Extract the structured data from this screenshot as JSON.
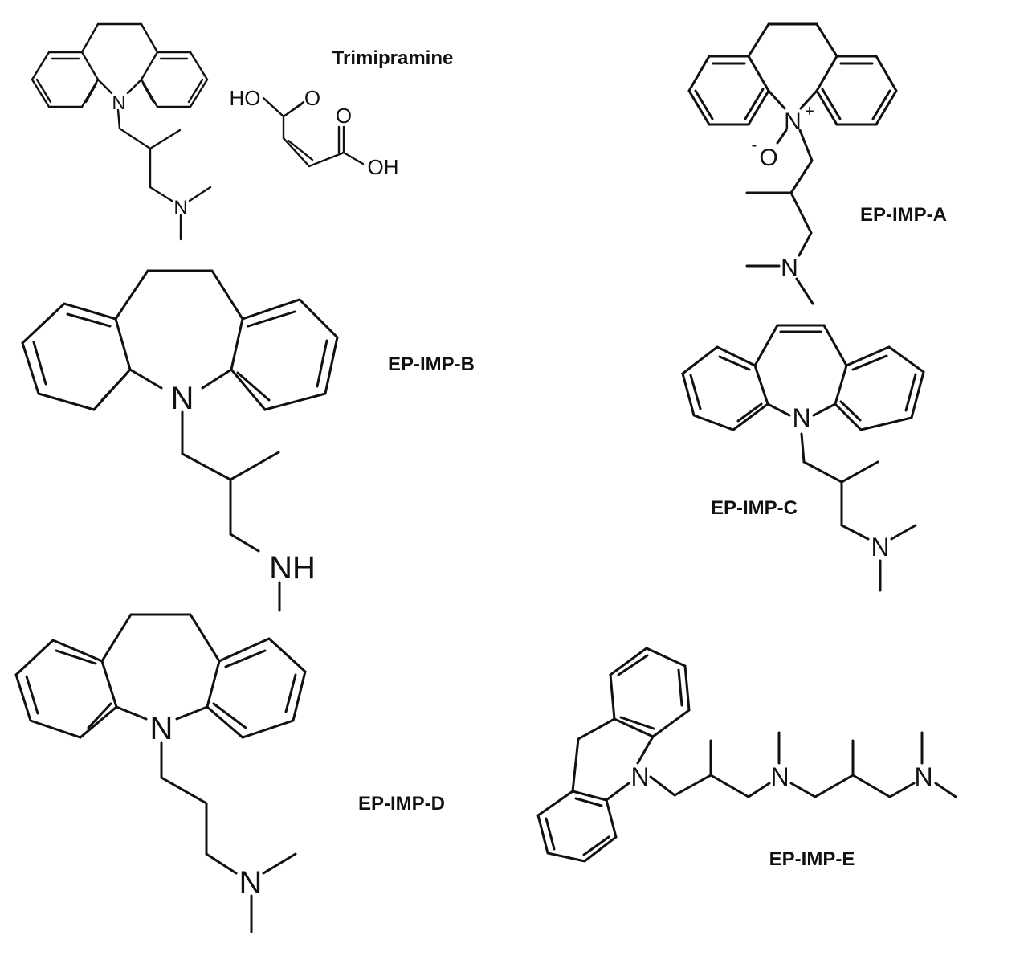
{
  "structures": [
    {
      "id": "trimipramine",
      "label": "Trimipramine",
      "atoms": [
        "N",
        "N",
        "HO",
        "O",
        "O",
        "OH"
      ]
    },
    {
      "id": "ep-imp-a",
      "label": "EP-IMP-A",
      "atoms": [
        "N",
        "+",
        "-",
        "O",
        "N"
      ]
    },
    {
      "id": "ep-imp-b",
      "label": "EP-IMP-B",
      "atoms": [
        "N",
        "NH"
      ]
    },
    {
      "id": "ep-imp-c",
      "label": "EP-IMP-C",
      "atoms": [
        "N",
        "N"
      ]
    },
    {
      "id": "ep-imp-d",
      "label": "EP-IMP-D",
      "atoms": [
        "N",
        "N"
      ]
    },
    {
      "id": "ep-imp-e",
      "label": "EP-IMP-E",
      "atoms": [
        "N",
        "N",
        "N"
      ]
    }
  ]
}
